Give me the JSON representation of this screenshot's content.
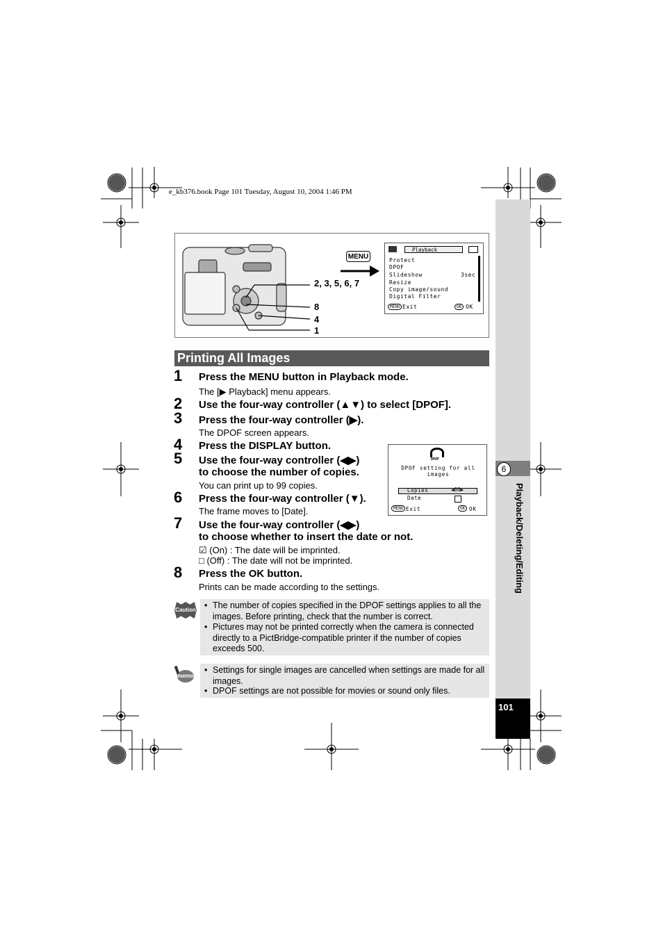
{
  "header": {
    "file_info": "e_kb376.book  Page 101  Tuesday, August 10, 2004  1:46 PM"
  },
  "figure": {
    "menu_button": "MENU",
    "callouts": [
      "2, 3, 5, 6, 7",
      "8",
      "4",
      "1"
    ],
    "lcd_menu": {
      "tab": "Playback",
      "items": [
        "Protect",
        "DPOF",
        "Slideshow",
        "Resize",
        "Copy image/sound",
        "Digital Filter"
      ],
      "slideshow_value": "3sec",
      "exit_key": "MENU",
      "exit_label": "Exit",
      "ok_key": "OK",
      "ok_label": "OK"
    }
  },
  "section": {
    "title": "Printing All Images"
  },
  "steps": [
    {
      "num": "1",
      "text": "Press the MENU button in Playback mode.",
      "sub": "The [▶ Playback] menu appears."
    },
    {
      "num": "2",
      "text": "Use the four-way controller (▲▼) to select [DPOF]."
    },
    {
      "num": "3",
      "text": "Press the four-way controller (▶).",
      "sub": "The DPOF screen appears."
    },
    {
      "num": "4",
      "text": "Press the DISPLAY button."
    },
    {
      "num": "5",
      "text": "Use the four-way controller (◀▶)",
      "text2": "to choose the number of copies.",
      "sub": "You can print up to 99 copies."
    },
    {
      "num": "6",
      "text": "Press the four-way controller (▼).",
      "sub": "The frame moves to [Date]."
    },
    {
      "num": "7",
      "text": "Use the four-way controller (◀▶)",
      "text2": "to choose whether to insert the date or not.",
      "sub": "☑ (On) : The date will be imprinted.",
      "sub2": "□ (Off) : The date will not be imprinted."
    },
    {
      "num": "8",
      "text": "Press the OK button.",
      "sub": "Prints can be made according to the settings."
    }
  ],
  "dpof_screen": {
    "logo": "DPOF",
    "title_line1": "DPOF setting for all",
    "title_line2": "images",
    "copies_label": "Copies",
    "copies_value": "◀00▶",
    "date_label": "Date",
    "exit_key": "MENU",
    "exit_label": "Exit",
    "ok_key": "OK",
    "ok_label": "OK"
  },
  "caution": {
    "icon_label": "Caution",
    "items": [
      "The number of copies specified in the DPOF settings applies to all the images. Before printing, check that the number is correct.",
      "Pictures may not be printed correctly when the camera is connected directly to a PictBridge-compatible printer if the number of copies exceeds 500."
    ]
  },
  "memo": {
    "icon_label": "memo",
    "items": [
      "Settings for single images are cancelled when settings are made for all images.",
      "DPOF settings are not possible for movies or sound only files."
    ]
  },
  "sidebar": {
    "chapter_num": "6",
    "chapter_title": "Playback/Deleting/Editing",
    "page_number": "101"
  }
}
